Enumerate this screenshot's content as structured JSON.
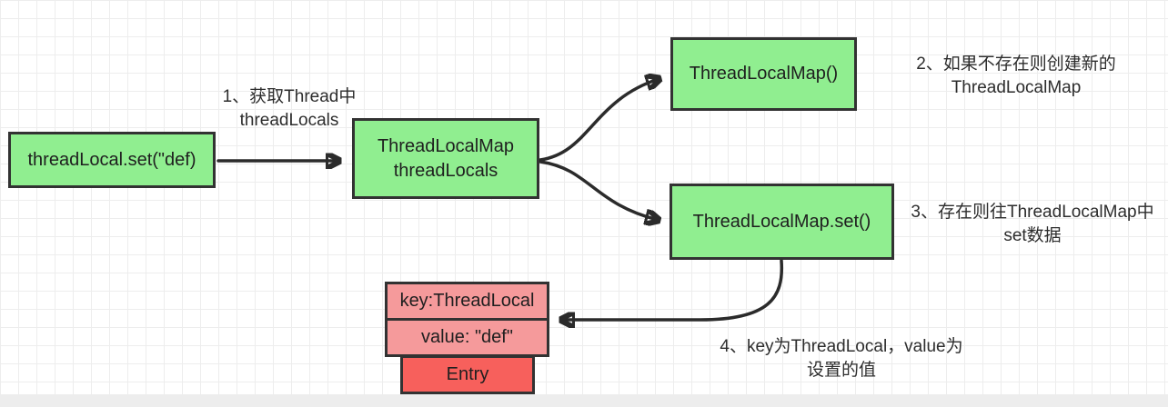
{
  "boxes": {
    "call": {
      "label": "threadLocal.set(\"def)"
    },
    "map": {
      "line1": "ThreadLocalMap",
      "line2": "threadLocals"
    },
    "constructor": {
      "label": "ThreadLocalMap()"
    },
    "set": {
      "label": "ThreadLocalMap.set()"
    },
    "entry_key": {
      "label": "key:ThreadLocal"
    },
    "entry_value": {
      "label": "value: \"def\""
    },
    "entry": {
      "label": "Entry"
    }
  },
  "annotations": {
    "step1": {
      "line1": "1、获取Thread中",
      "line2": "threadLocals"
    },
    "step2": {
      "line1": "2、如果不存在则创建新的",
      "line2": "ThreadLocalMap"
    },
    "step3": {
      "line1": "3、存在则往ThreadLocalMap中",
      "line2": "set数据"
    },
    "step4": {
      "line1": "4、key为ThreadLocal，value为",
      "line2": "设置的值"
    }
  },
  "colors": {
    "node_fill_green": "#90ee90",
    "node_stroke": "#323232",
    "entry_field_fill": "#f59a9b",
    "entry_tab_fill": "#f7605c",
    "arrow": "#2b2b2b",
    "grid_line": "#ededed",
    "canvas_bg": "#ffffff",
    "footer_bar": "#ededed"
  }
}
